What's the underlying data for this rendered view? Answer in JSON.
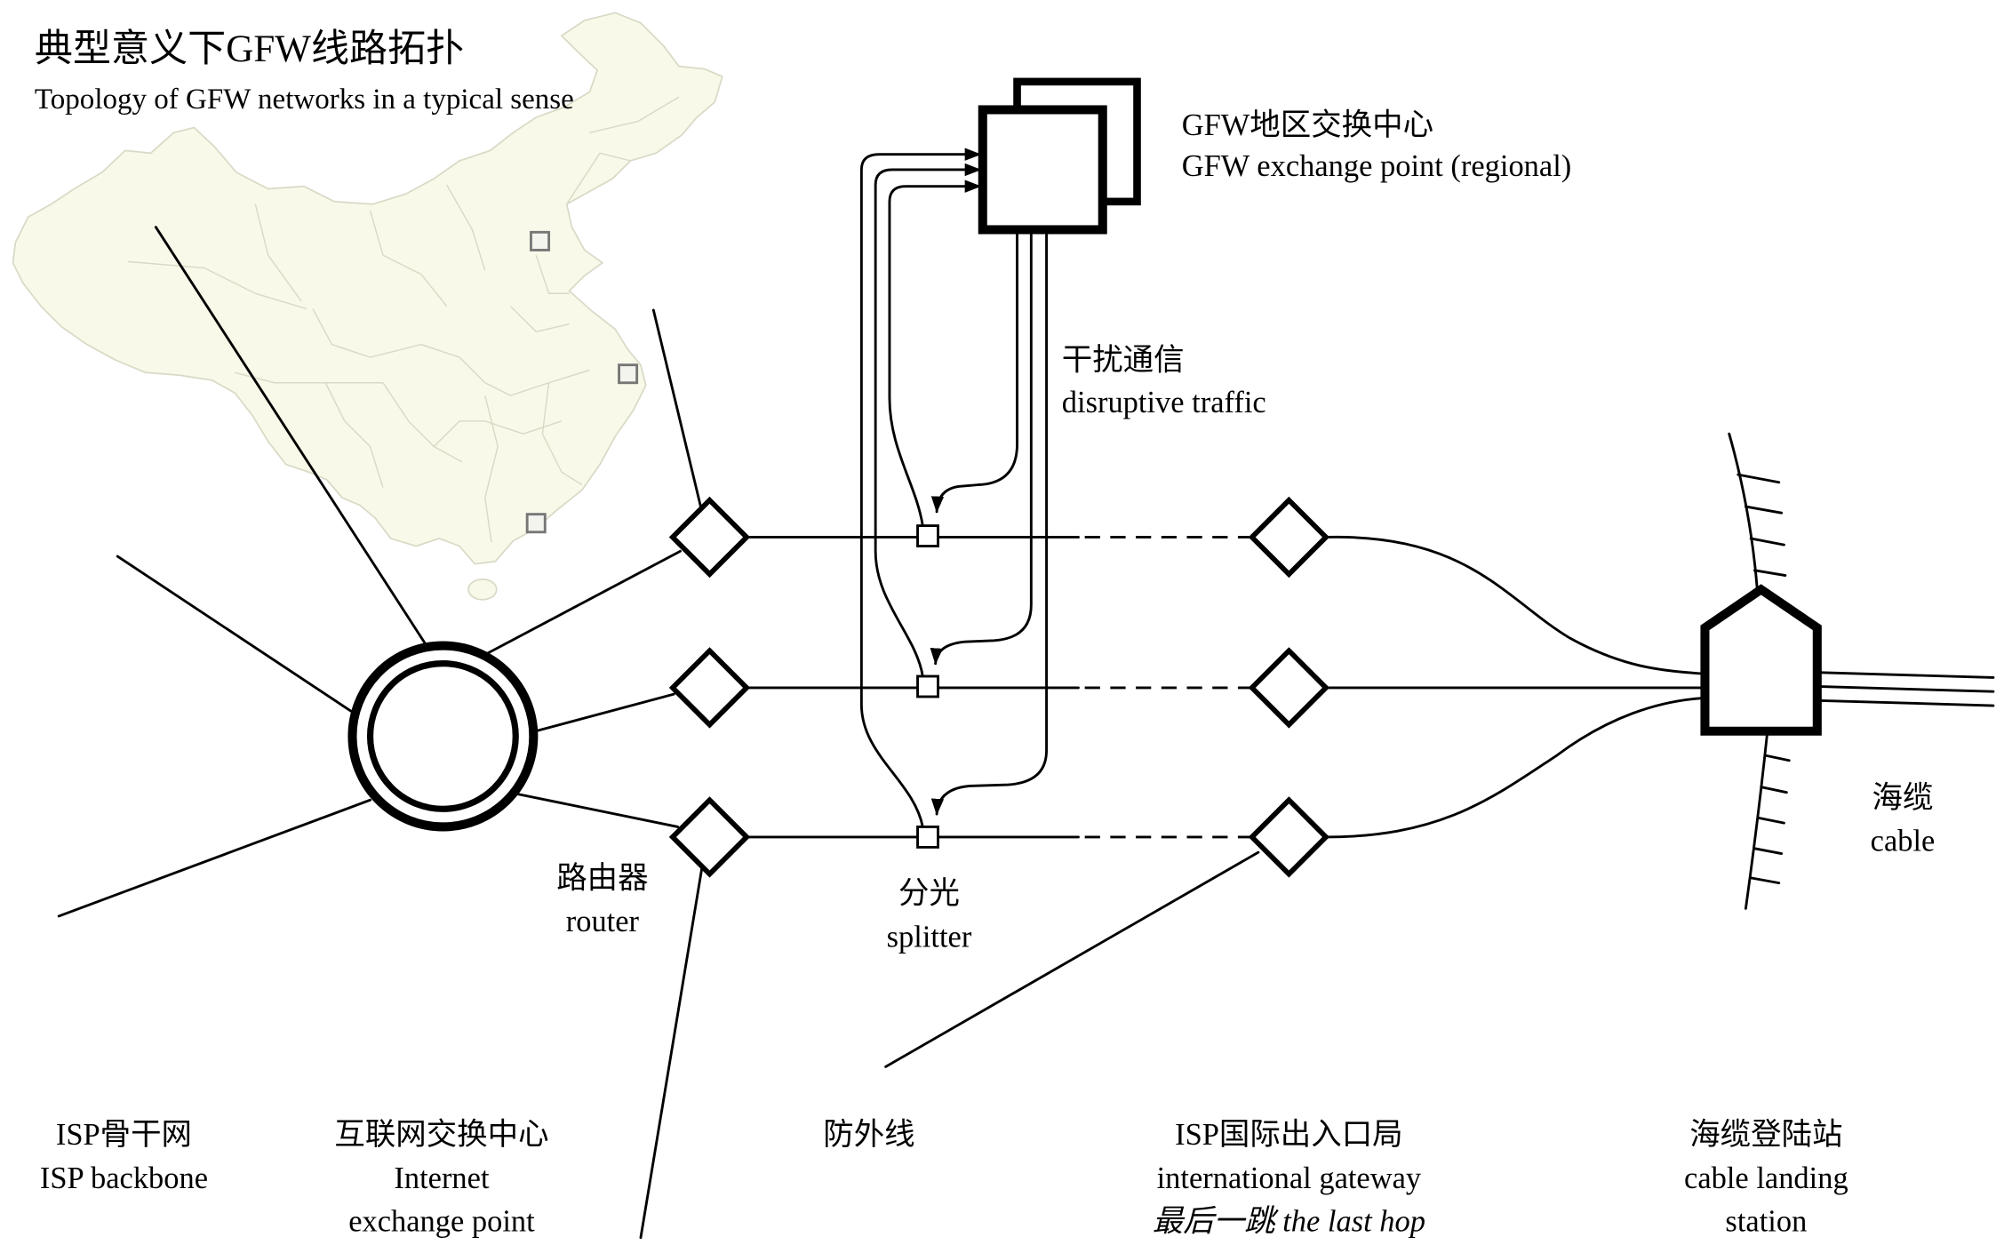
{
  "title": {
    "zh": "典型意义下GFW线路拓扑",
    "en": "Topology of GFW networks in a typical sense"
  },
  "exchange_point": {
    "zh": "GFW地区交换中心",
    "en": "GFW exchange point (regional)"
  },
  "disruptive_traffic": {
    "zh": "干扰通信",
    "en": "disruptive traffic"
  },
  "router": {
    "zh": "路由器",
    "en": "router"
  },
  "splitter": {
    "zh": "分光",
    "en": "splitter"
  },
  "cable": {
    "zh": "海缆",
    "en": "cable"
  },
  "columns": {
    "isp_backbone": {
      "zh": "ISP骨干网",
      "en": "ISP backbone"
    },
    "internet_exchange": {
      "zh": "互联网交换中心",
      "en_line1": "Internet",
      "en_line2": "exchange point"
    },
    "border_line": {
      "zh": "防外线"
    },
    "international_gateway": {
      "zh": "ISP国际出入口局",
      "en": "international gateway",
      "note": "最后一跳 the last hop"
    },
    "cable_landing_station": {
      "zh": "海缆登陆站",
      "en_line1": "cable landing",
      "en_line2": "station"
    }
  },
  "colors": {
    "map_fill": "#f9f9e9",
    "map_boundary": "#d9d9c6",
    "marker": "#777777",
    "line": "#000000"
  }
}
